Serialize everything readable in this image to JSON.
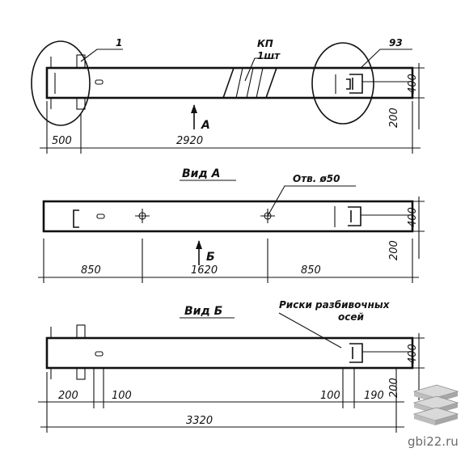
{
  "view_top": {
    "callout_1": "1",
    "callout_kp": "КП",
    "callout_kp_unit": "1шт",
    "callout_93": "93",
    "arrow_label": "А",
    "dim_500": "500",
    "dim_total": "2920",
    "dim_400": "400",
    "dim_200": "200"
  },
  "view_a": {
    "title": "Вид А",
    "hole_label": "Отв. ø50",
    "arrow_label": "Б",
    "dim_left": "850",
    "dim_mid": "1620",
    "dim_right": "850",
    "dim_400": "400",
    "dim_200": "200"
  },
  "view_b": {
    "title": "Вид Б",
    "note_line1": "Риски разбивочных",
    "note_line2": "осей",
    "dim_200": "200",
    "dim_100_left": "100",
    "dim_100_right": "100",
    "dim_190": "190",
    "dim_total": "3320",
    "dim_400": "400",
    "dim_200_v": "200"
  },
  "watermark": {
    "text": "gbi22.ru"
  }
}
